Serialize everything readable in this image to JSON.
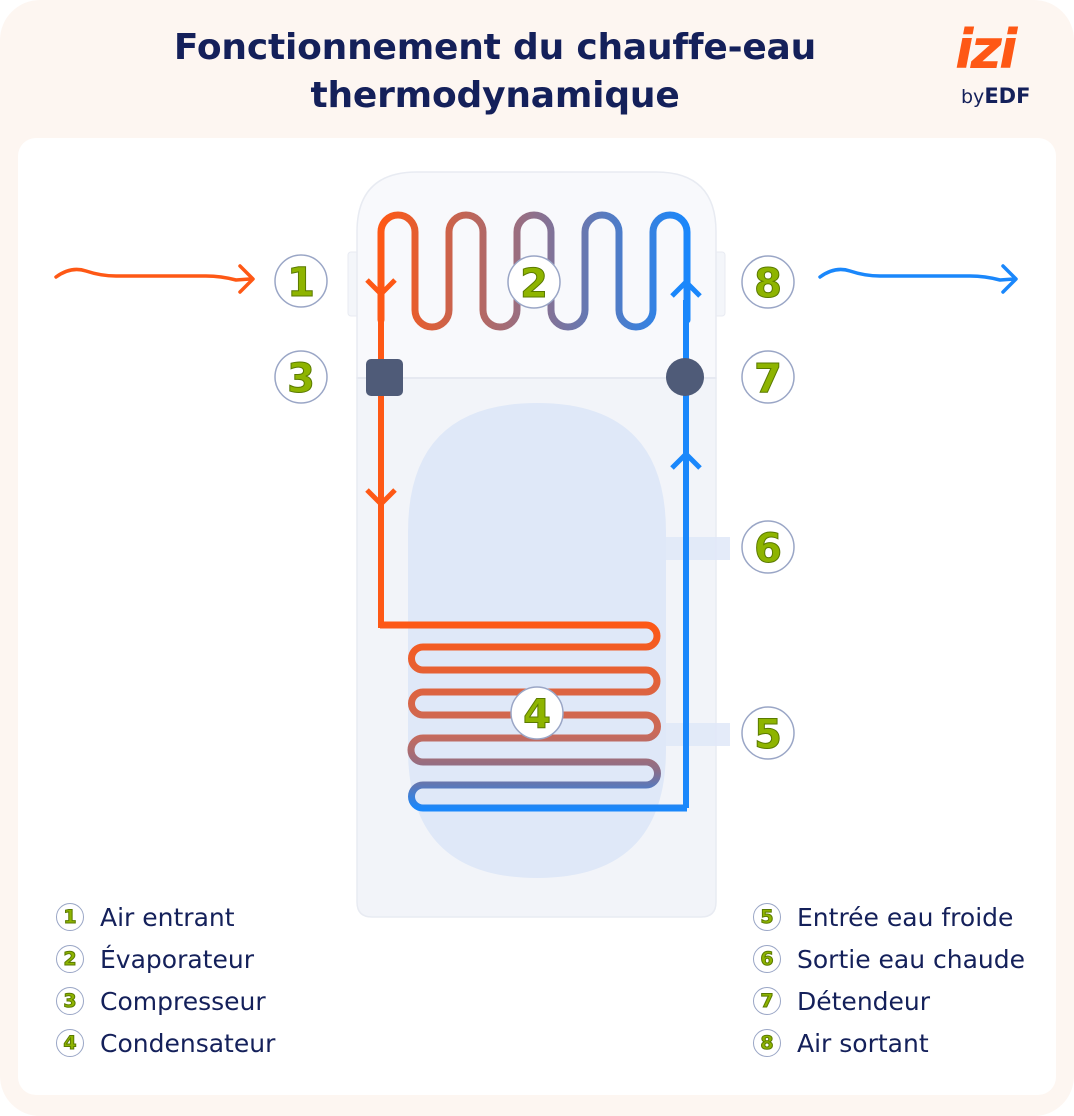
{
  "header": {
    "title_line1": "Fonctionnement du chauffe-eau",
    "title_line2": "thermodynamique"
  },
  "logo": {
    "brand": "izi",
    "by": "by",
    "company": "EDF"
  },
  "diagram": {
    "markers": [
      {
        "num": "1",
        "label": "Air entrant"
      },
      {
        "num": "2",
        "label": "Évaporateur"
      },
      {
        "num": "3",
        "label": "Compresseur"
      },
      {
        "num": "4",
        "label": "Condensateur"
      },
      {
        "num": "5",
        "label": "Entrée eau froide"
      },
      {
        "num": "6",
        "label": "Sortie eau chaude"
      },
      {
        "num": "7",
        "label": "Détendeur"
      },
      {
        "num": "8",
        "label": "Air sortant"
      }
    ],
    "colors": {
      "hot": "#fe5815",
      "cold": "#1a87fb",
      "component": "#4f5b78",
      "marker_digit": "#8eb400",
      "marker_border": "#9aa6c6",
      "tank": "#f2f4f9",
      "water": "#dfe8f8",
      "title": "#14205a"
    }
  },
  "legend": {
    "left": [
      {
        "num": "1",
        "label": "Air entrant"
      },
      {
        "num": "2",
        "label": "Évaporateur"
      },
      {
        "num": "3",
        "label": "Compresseur"
      },
      {
        "num": "4",
        "label": "Condensateur"
      }
    ],
    "right": [
      {
        "num": "5",
        "label": "Entrée eau froide"
      },
      {
        "num": "6",
        "label": "Sortie eau chaude"
      },
      {
        "num": "7",
        "label": "Détendeur"
      },
      {
        "num": "8",
        "label": "Air sortant"
      }
    ]
  }
}
